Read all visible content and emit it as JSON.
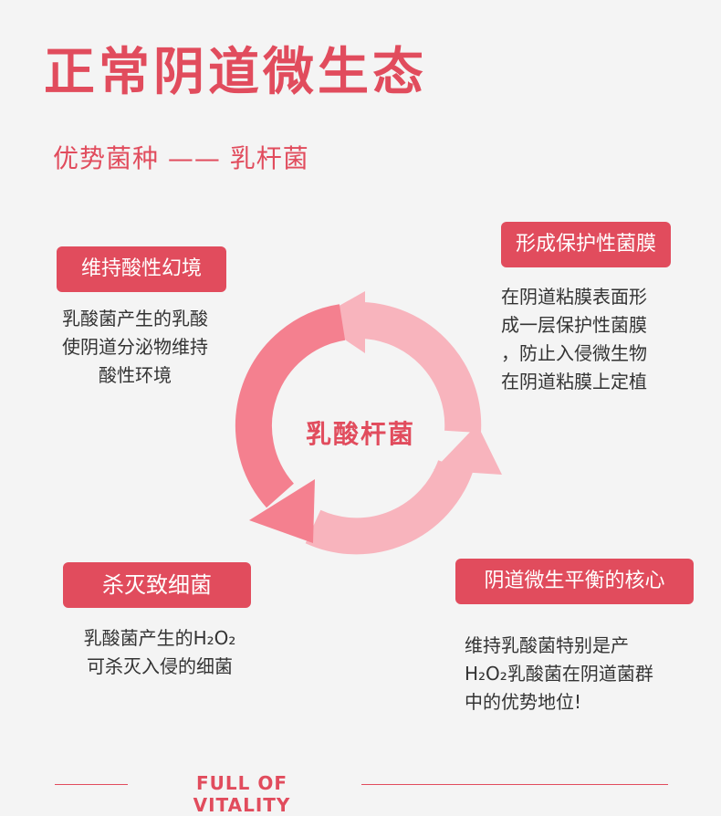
{
  "title": "正常阴道微生态",
  "subtitle": "优势菌种 —— 乳杆菌",
  "center": "乳酸杆菌",
  "blocks": {
    "top_left": {
      "tag": "维持酸性幻境",
      "text": "乳酸菌产生的乳酸\n使阴道分泌物维持\n酸性环境"
    },
    "top_right": {
      "tag": "形成保护性菌膜",
      "text": "在阴道粘膜表面形\n成一层保护性菌膜\n，防止入侵微生物\n在阴道粘膜上定植"
    },
    "bottom_left": {
      "tag": "杀灭致细菌",
      "text": "乳酸菌产生的H₂O₂\n可杀灭入侵的细菌"
    },
    "bottom_right": {
      "tag": "阴道微生平衡的核心",
      "text": "维持乳酸菌特别是产\nH₂O₂乳酸菌在阴道菌群\n中的优势地位!"
    }
  },
  "footer": "FULL OF VITALITY",
  "colors": {
    "accent": "#e14c5d",
    "arrow_dark": "#f4808f",
    "arrow_light": "#f8b4bd"
  }
}
